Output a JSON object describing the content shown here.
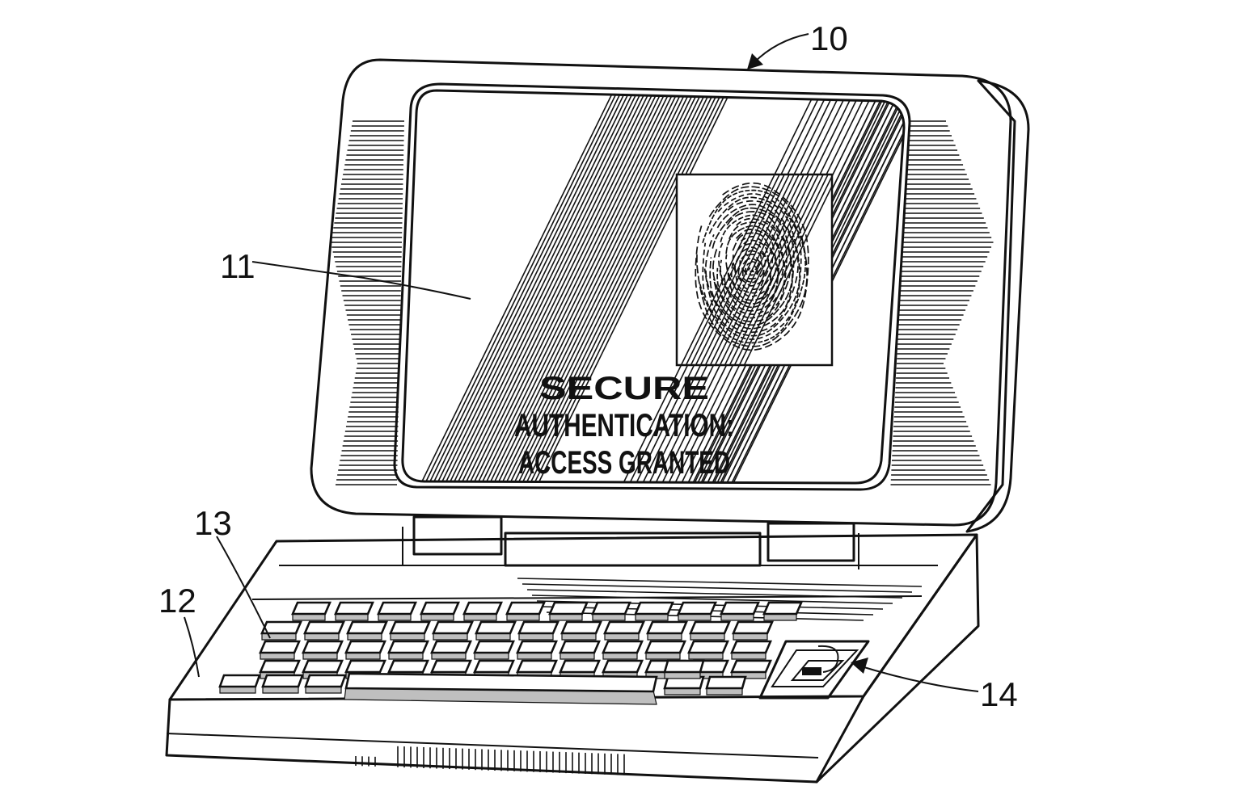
{
  "figure": {
    "screen_message": {
      "line1": "SECURE",
      "line2": "AUTHENTICATION:",
      "line3": "ACCESS GRANTED"
    },
    "reference_numerals": {
      "computer": "10",
      "display": "11",
      "keyboard_base": "12",
      "keys": "13",
      "fingerprint_sensor": "14"
    },
    "icons": [
      "fingerprint-icon",
      "fingerprint-sensor-icon"
    ]
  }
}
